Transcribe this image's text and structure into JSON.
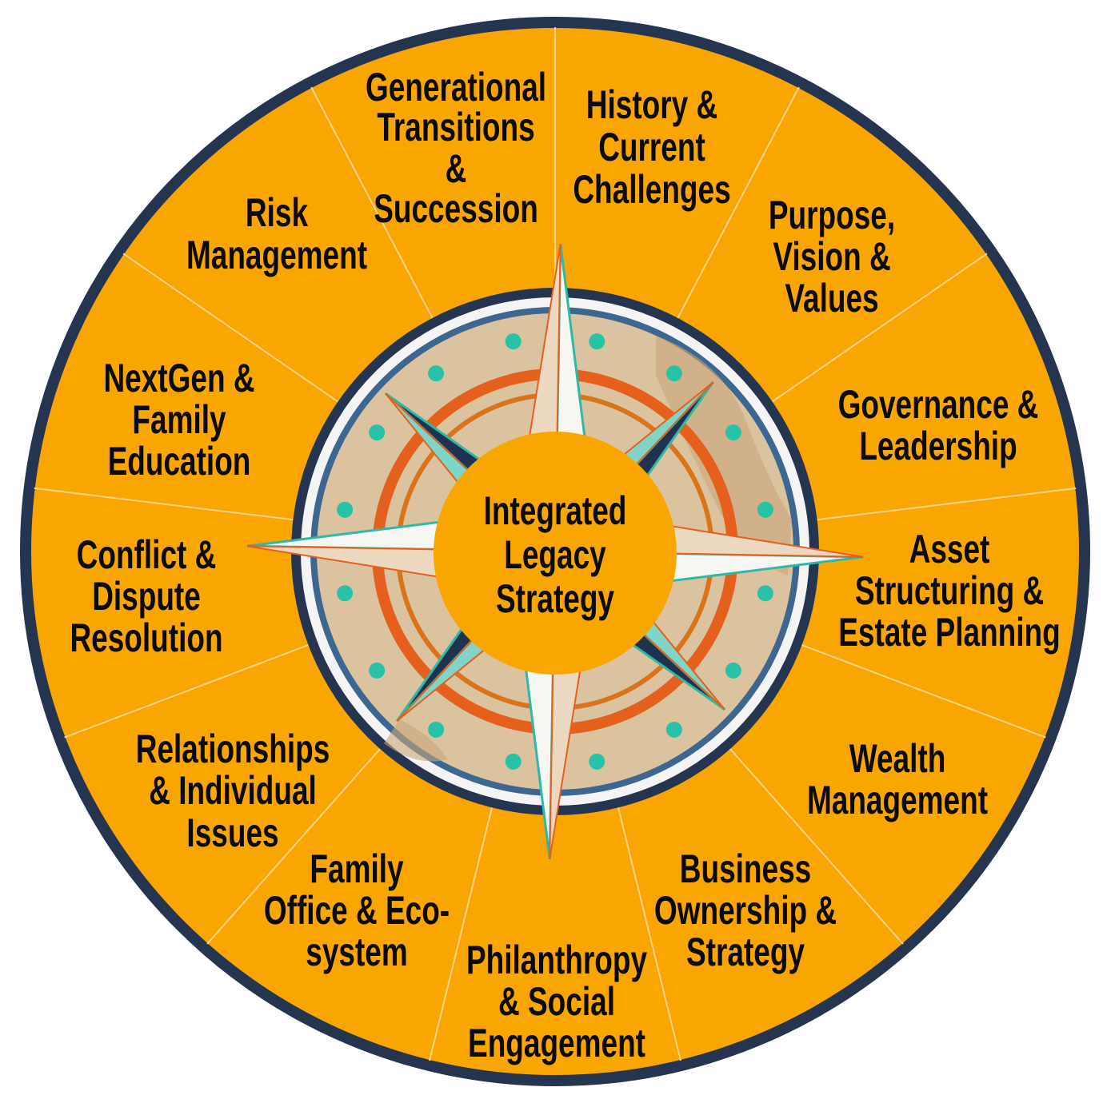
{
  "center": {
    "lines": [
      "Integrated",
      "Legacy",
      "Strategy"
    ]
  },
  "segments": [
    {
      "lines": [
        "Generational",
        "Transitions",
        "&",
        "Succession"
      ]
    },
    {
      "lines": [
        "History &",
        "Current",
        "Challenges"
      ]
    },
    {
      "lines": [
        "Purpose,",
        "Vision &",
        "Values"
      ]
    },
    {
      "lines": [
        "Governance &",
        "Leadership"
      ]
    },
    {
      "lines": [
        "Asset",
        "Structuring &",
        "Estate Planning"
      ]
    },
    {
      "lines": [
        "Wealth",
        "Management"
      ]
    },
    {
      "lines": [
        "Business",
        "Ownership &",
        "Strategy"
      ]
    },
    {
      "lines": [
        "Philanthropy",
        "& Social",
        "Engagement"
      ]
    },
    {
      "lines": [
        "Family",
        "Office & Eco-",
        "system"
      ]
    },
    {
      "lines": [
        "Relationships",
        "& Individual",
        "Issues"
      ]
    },
    {
      "lines": [
        "Conflict &",
        "Dispute",
        "Resolution"
      ]
    },
    {
      "lines": [
        "NextGen &",
        "Family",
        "Education"
      ]
    },
    {
      "lines": [
        "Risk",
        "Management"
      ]
    }
  ],
  "colors": {
    "wheel": "#f9a602",
    "rim": "#25354f",
    "divider": "#f7d58a",
    "compass_disk": "#dcc3a0",
    "ring_orange": "#e4601c",
    "dot_teal": "#27c2a8",
    "star_teal": "#2fb8a8",
    "star_navy": "#1f3350"
  }
}
